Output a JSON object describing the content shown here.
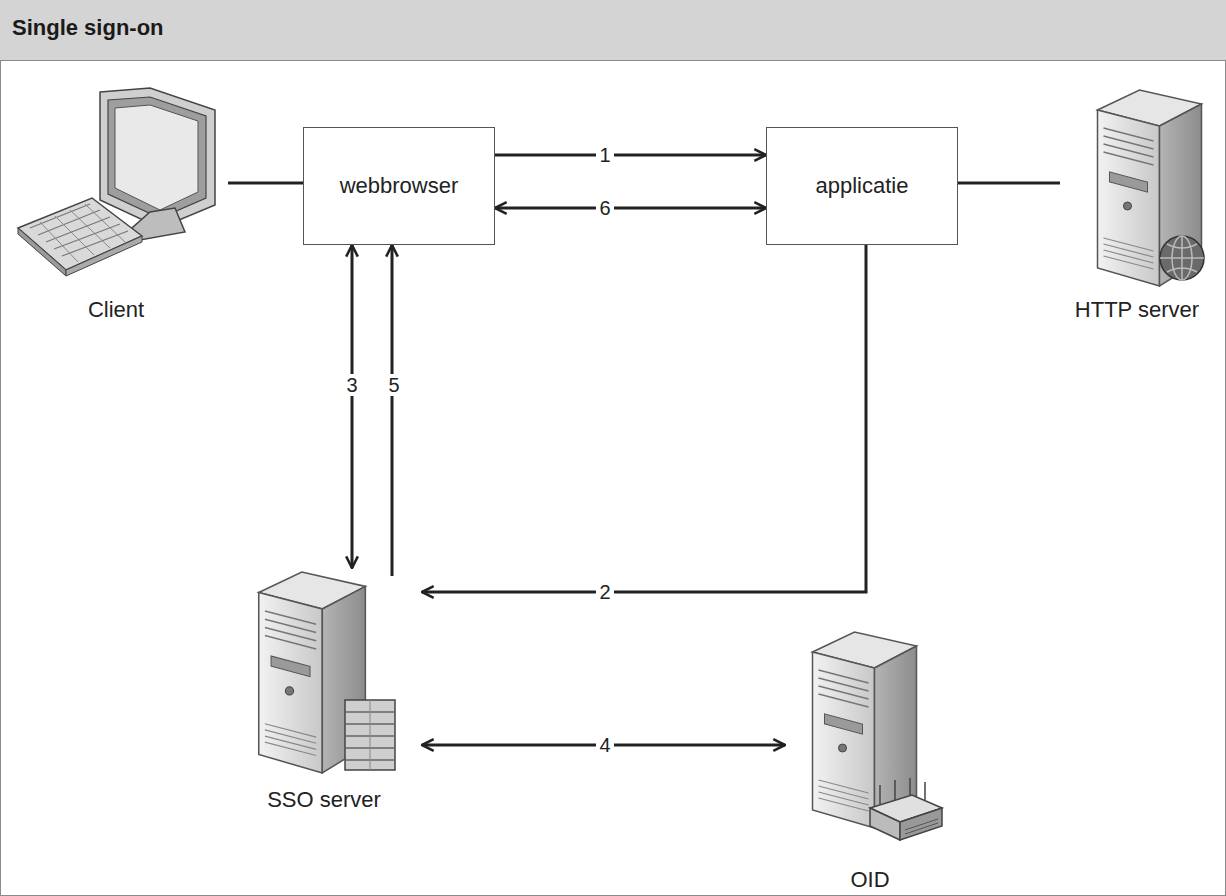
{
  "diagram": {
    "title": "Single sign-on",
    "nodes": [
      {
        "text": [
          "Client"
        ]
      },
      {
        "text": [
          "webbrowser"
        ]
      },
      {
        "text": [
          "applicatie"
        ]
      },
      {
        "text": [
          "HTTP server"
        ]
      },
      {
        "text": [
          "SSO server"
        ]
      },
      {
        "text": [
          "OID"
        ]
      }
    ],
    "edges": [
      {
        "from": 0,
        "to": 1,
        "arrow": "none"
      },
      {
        "from": 1,
        "to": 2,
        "label": "1",
        "arrow": "to"
      },
      {
        "from": 1,
        "to": 2,
        "label": "6",
        "arrow": "both"
      },
      {
        "from": 2,
        "to": 3,
        "arrow": "none"
      },
      {
        "from": 1,
        "to": 4,
        "label": "3",
        "arrow": "both"
      },
      {
        "from": 4,
        "to": 1,
        "label": "5",
        "arrow": "to"
      },
      {
        "from": 2,
        "to": 4,
        "label": "2",
        "arrow": "to"
      },
      {
        "from": 4,
        "to": 5,
        "label": "4",
        "arrow": "both"
      }
    ]
  }
}
